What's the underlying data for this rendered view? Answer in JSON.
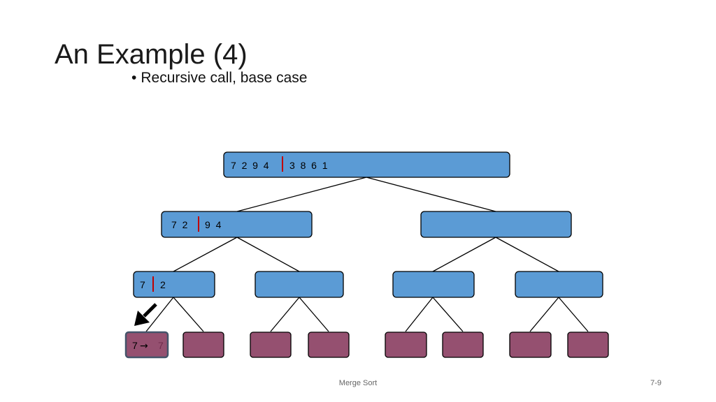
{
  "slide": {
    "title": "An Example (4)",
    "bullet": "Recursive call, base case"
  },
  "tree": {
    "root": {
      "left": "7  2  9  4",
      "right": "3  8  6  1"
    },
    "level1": [
      {
        "left": "7  2",
        "right": "9  4"
      },
      {
        "left": "",
        "right": ""
      }
    ],
    "level2": [
      {
        "left": "7",
        "right": "2"
      },
      {
        "left": "",
        "right": ""
      },
      {
        "left": "",
        "right": ""
      },
      {
        "left": "",
        "right": ""
      }
    ],
    "leaf_active": {
      "input": "7",
      "arrow": "→",
      "output": "7"
    }
  },
  "colors": {
    "node_fill": "#5b9bd5",
    "leaf_fill": "#955070",
    "divider": "#c00000",
    "active_border": "#44546a"
  },
  "footer": {
    "center": "Merge Sort",
    "page": "7-9"
  }
}
